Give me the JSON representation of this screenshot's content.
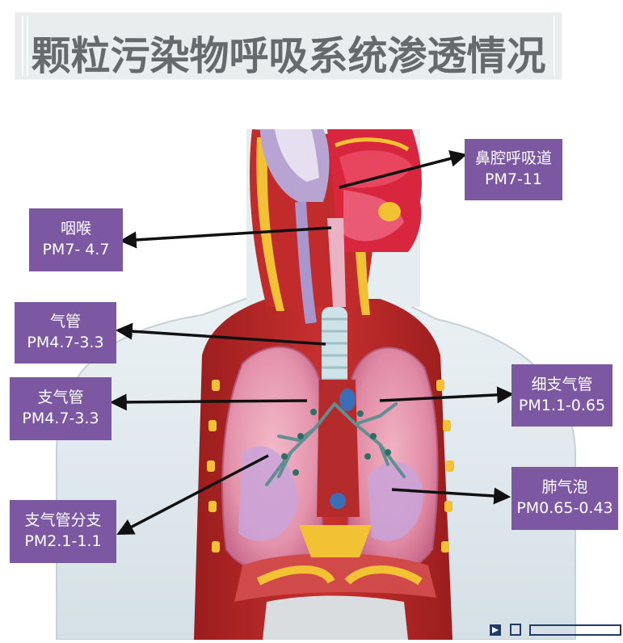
{
  "title": "颗粒污染物呼吸系统渗透情况",
  "labels": {
    "nasal": {
      "name": "鼻腔呼吸道",
      "range": "PM7-11"
    },
    "pharynx": {
      "name": "咽喉",
      "range": "PM7- 4.7"
    },
    "trachea": {
      "name": "气管",
      "range": "PM4.7-3.3"
    },
    "bronchi": {
      "name": "支气管",
      "range": "PM4.7-3.3"
    },
    "bronchioles": {
      "name": "细支气管",
      "range": "PM1.1-0.65"
    },
    "bronchial_branch": {
      "name": "支气管分支",
      "range": "PM2.1-1.1"
    },
    "alveoli": {
      "name": "肺气泡",
      "range": "PM0.65-0.43"
    }
  },
  "colors": {
    "label_bg": "#7b58a1",
    "title_text": "#666a6c",
    "title_bg": "#e9edee",
    "arrow": "#111111"
  },
  "icons": [
    "play-icon",
    "stop-icon"
  ]
}
